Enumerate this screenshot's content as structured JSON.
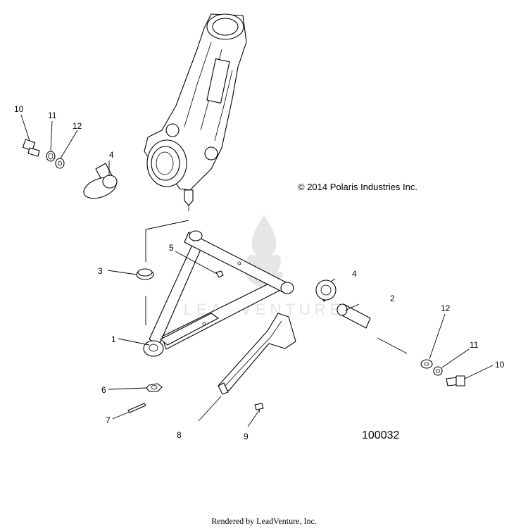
{
  "copyright": "© 2014 Polaris Industries Inc.",
  "figure_number": "100032",
  "footer": "Rendered by LeadVenture, Inc.",
  "watermark": "LEADVENTURE",
  "callouts": [
    "1",
    "2",
    "3",
    "4",
    "4",
    "5",
    "6",
    "7",
    "8",
    "9",
    "10",
    "10",
    "11",
    "11",
    "12",
    "12"
  ],
  "colors": {
    "line": "#000000",
    "watermark": "#d9d9d9"
  }
}
